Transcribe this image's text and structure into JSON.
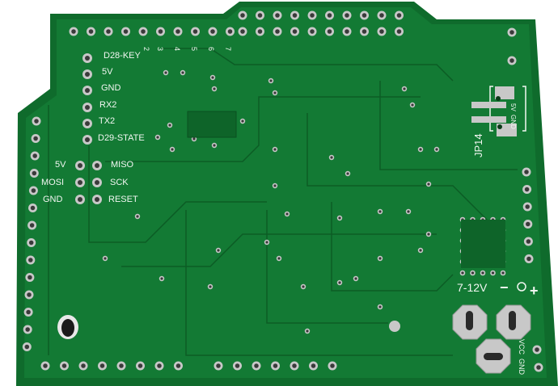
{
  "board": {
    "colors": {
      "substrate": "#0f6b2c",
      "copper": "#127a33",
      "trace": "#1c8a3e",
      "pad": "#c8c8c8",
      "silkscreen": "#f2f7f2",
      "hole": "#3a3a3a"
    }
  },
  "labels": {
    "bt_header": [
      "D28-KEY",
      "5V",
      "GND",
      "RX2",
      "TX2",
      "D29-STATE"
    ],
    "icsp_left": [
      "5V",
      "MOSI",
      "GND"
    ],
    "icsp_right": [
      "MISO",
      "SCK",
      "RESET"
    ],
    "pin_numbers": [
      "2",
      "3",
      "4",
      "5",
      "6",
      "7"
    ],
    "jumper": "JP14",
    "jumper_pins": [
      "5V",
      "GND"
    ],
    "power_input": "7-12V",
    "polarity": {
      "minus": "−",
      "plus": "+"
    },
    "power_pins": [
      "VCC",
      "GND"
    ]
  }
}
